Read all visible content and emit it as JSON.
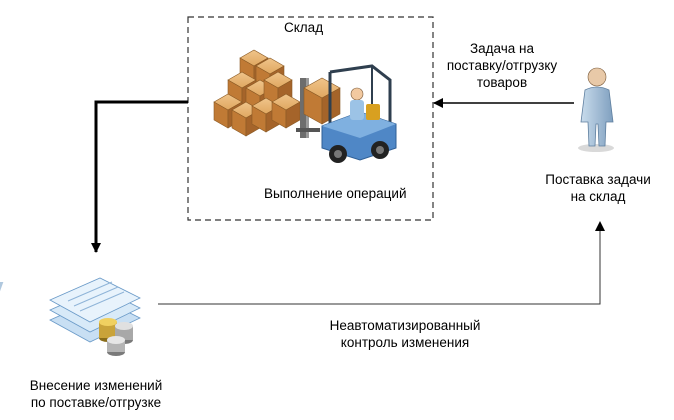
{
  "warehouse": {
    "title": "Склад",
    "operations_label": "Выполнение операций"
  },
  "task": {
    "line1": "Задача на",
    "line2": "поставку/отгрузку",
    "line3": "товаров"
  },
  "person": {
    "line1": "Поставка задачи",
    "line2": "на склад"
  },
  "control": {
    "line1": "Неавтоматизированный",
    "line2": "контроль изменения"
  },
  "documents": {
    "line1": "Внесение изменений",
    "line2": "по поставке/отгрузке"
  },
  "icons": {
    "boxes": "cardboard-boxes-icon",
    "forklift": "forklift-icon",
    "person": "person-icon",
    "documents": "documents-coins-icon"
  }
}
